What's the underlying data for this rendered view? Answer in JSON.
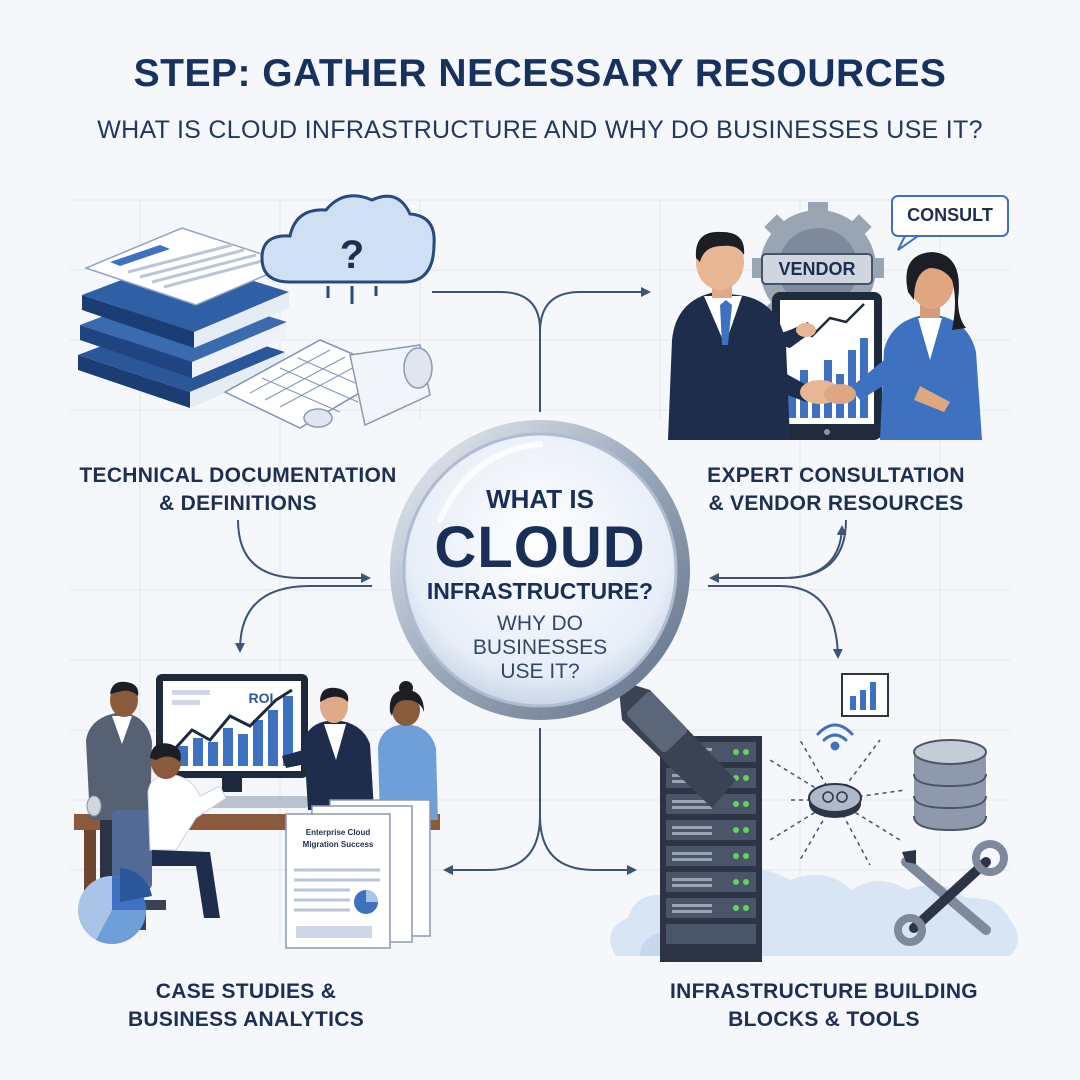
{
  "header": {
    "title": "STEP: GATHER NECESSARY RESOURCES",
    "subtitle": "WHAT IS CLOUD INFRASTRUCTURE AND WHY DO BUSINESSES USE IT?"
  },
  "center": {
    "line1": "WHAT IS",
    "line2": "CLOUD",
    "line3": "INFRASTRUCTURE?",
    "line4a": "WHY DO",
    "line4b": "BUSINESSES",
    "line4c": "USE IT?"
  },
  "quadrants": {
    "top_left": {
      "line1": "TECHNICAL DOCUMENTATION",
      "line2": "& DEFINITIONS",
      "icon": "question-cloud"
    },
    "top_right": {
      "line1": "EXPERT CONSULTATION",
      "line2": "& VENDOR RESOURCES",
      "bubble": "CONSULT",
      "gear_label": "VENDOR"
    },
    "bottom_left": {
      "line1": "CASE STUDIES &",
      "line2": "BUSINESS ANALYTICS",
      "screen_label": "ROI",
      "report_title_1": "Enterprise Cloud",
      "report_title_2": "Migration Success"
    },
    "bottom_right": {
      "line1": "INFRASTRUCTURE BUILDING",
      "line2": "BLOCKS & TOOLS"
    }
  },
  "colors": {
    "title": "#17325f",
    "navy": "#1e3a6e",
    "blue": "#3e72c0",
    "light_blue": "#cfe0f5",
    "arrow": "#3d5476",
    "bg": "#f5f7fa"
  }
}
